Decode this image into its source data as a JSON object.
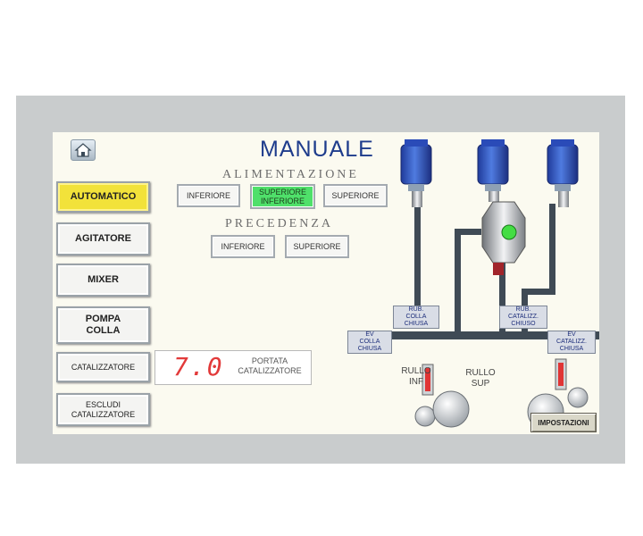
{
  "header": {
    "title": "MANUALE"
  },
  "sections": {
    "alimentazione": "ALIMENTAZIONE",
    "precedenza": "PRECEDENZA"
  },
  "left_menu": {
    "automatico": "AUTOMATICO",
    "agitatore": "AGITATORE",
    "mixer": "MIXER",
    "pompa_colla": "POMPA\nCOLLA",
    "catalizzatore": "CATALIZZATORE",
    "escludi_catalizzatore": "ESCLUDI\nCATALIZZATORE"
  },
  "alimentazione_buttons": {
    "inferiore": "INFERIORE",
    "superiore_inferiore": "SUPERIORE\nINFERIORE",
    "superiore": "SUPERIORE"
  },
  "precedenza_buttons": {
    "inferiore": "INFERIORE",
    "superiore": "SUPERIORE"
  },
  "portata": {
    "value": "7.0",
    "label": "PORTATA\nCATALIZZATORE"
  },
  "tags": {
    "rub_colla": "RUB.\nCOLLA\nCHIUSA",
    "rub_catalizz": "RUB.\nCATALIZZ.\nCHIUSO",
    "ev_colla": "EV\nCOLLA\nCHIUSA",
    "ev_catalizz": "EV\nCATALIZZ.\nCHIUSA"
  },
  "rolls": {
    "inf": "RULLO\nINF",
    "sup": "RULLO\nSUP"
  },
  "settings": {
    "label": "IMPOSTAZIONI"
  },
  "colors": {
    "accent_blue": "#1e3c8c",
    "yellow": "#f2e23a",
    "green": "#4fe06a",
    "readout_red": "#e23a3a"
  }
}
